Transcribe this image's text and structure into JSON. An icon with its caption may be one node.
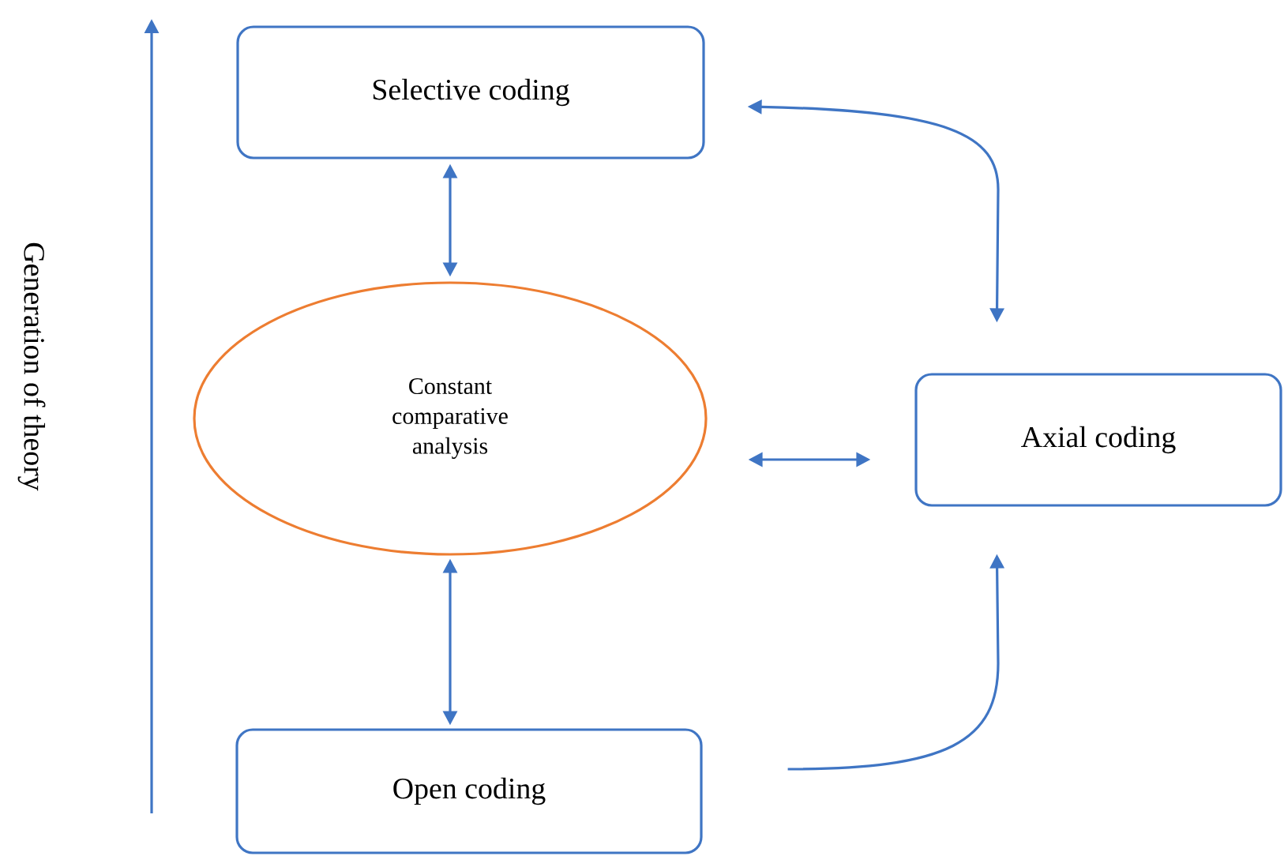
{
  "diagram": {
    "nodes": [
      {
        "text": [
          "Selective coding"
        ]
      },
      {
        "text": [
          "Constant comparative analysis"
        ]
      },
      {
        "text": [
          "Axial coding"
        ]
      },
      {
        "text": [
          "Open coding"
        ]
      }
    ],
    "edges": [
      {
        "from": 0,
        "to": 1,
        "arrow": "both"
      },
      {
        "from": 1,
        "to": 2,
        "arrow": "both"
      },
      {
        "from": 1,
        "to": 3,
        "arrow": "both"
      },
      {
        "from": 0,
        "to": 2,
        "arrow": "both"
      },
      {
        "from": 3,
        "to": 2,
        "arrow": "to"
      }
    ],
    "labels": [
      "Generation of theory"
    ]
  }
}
